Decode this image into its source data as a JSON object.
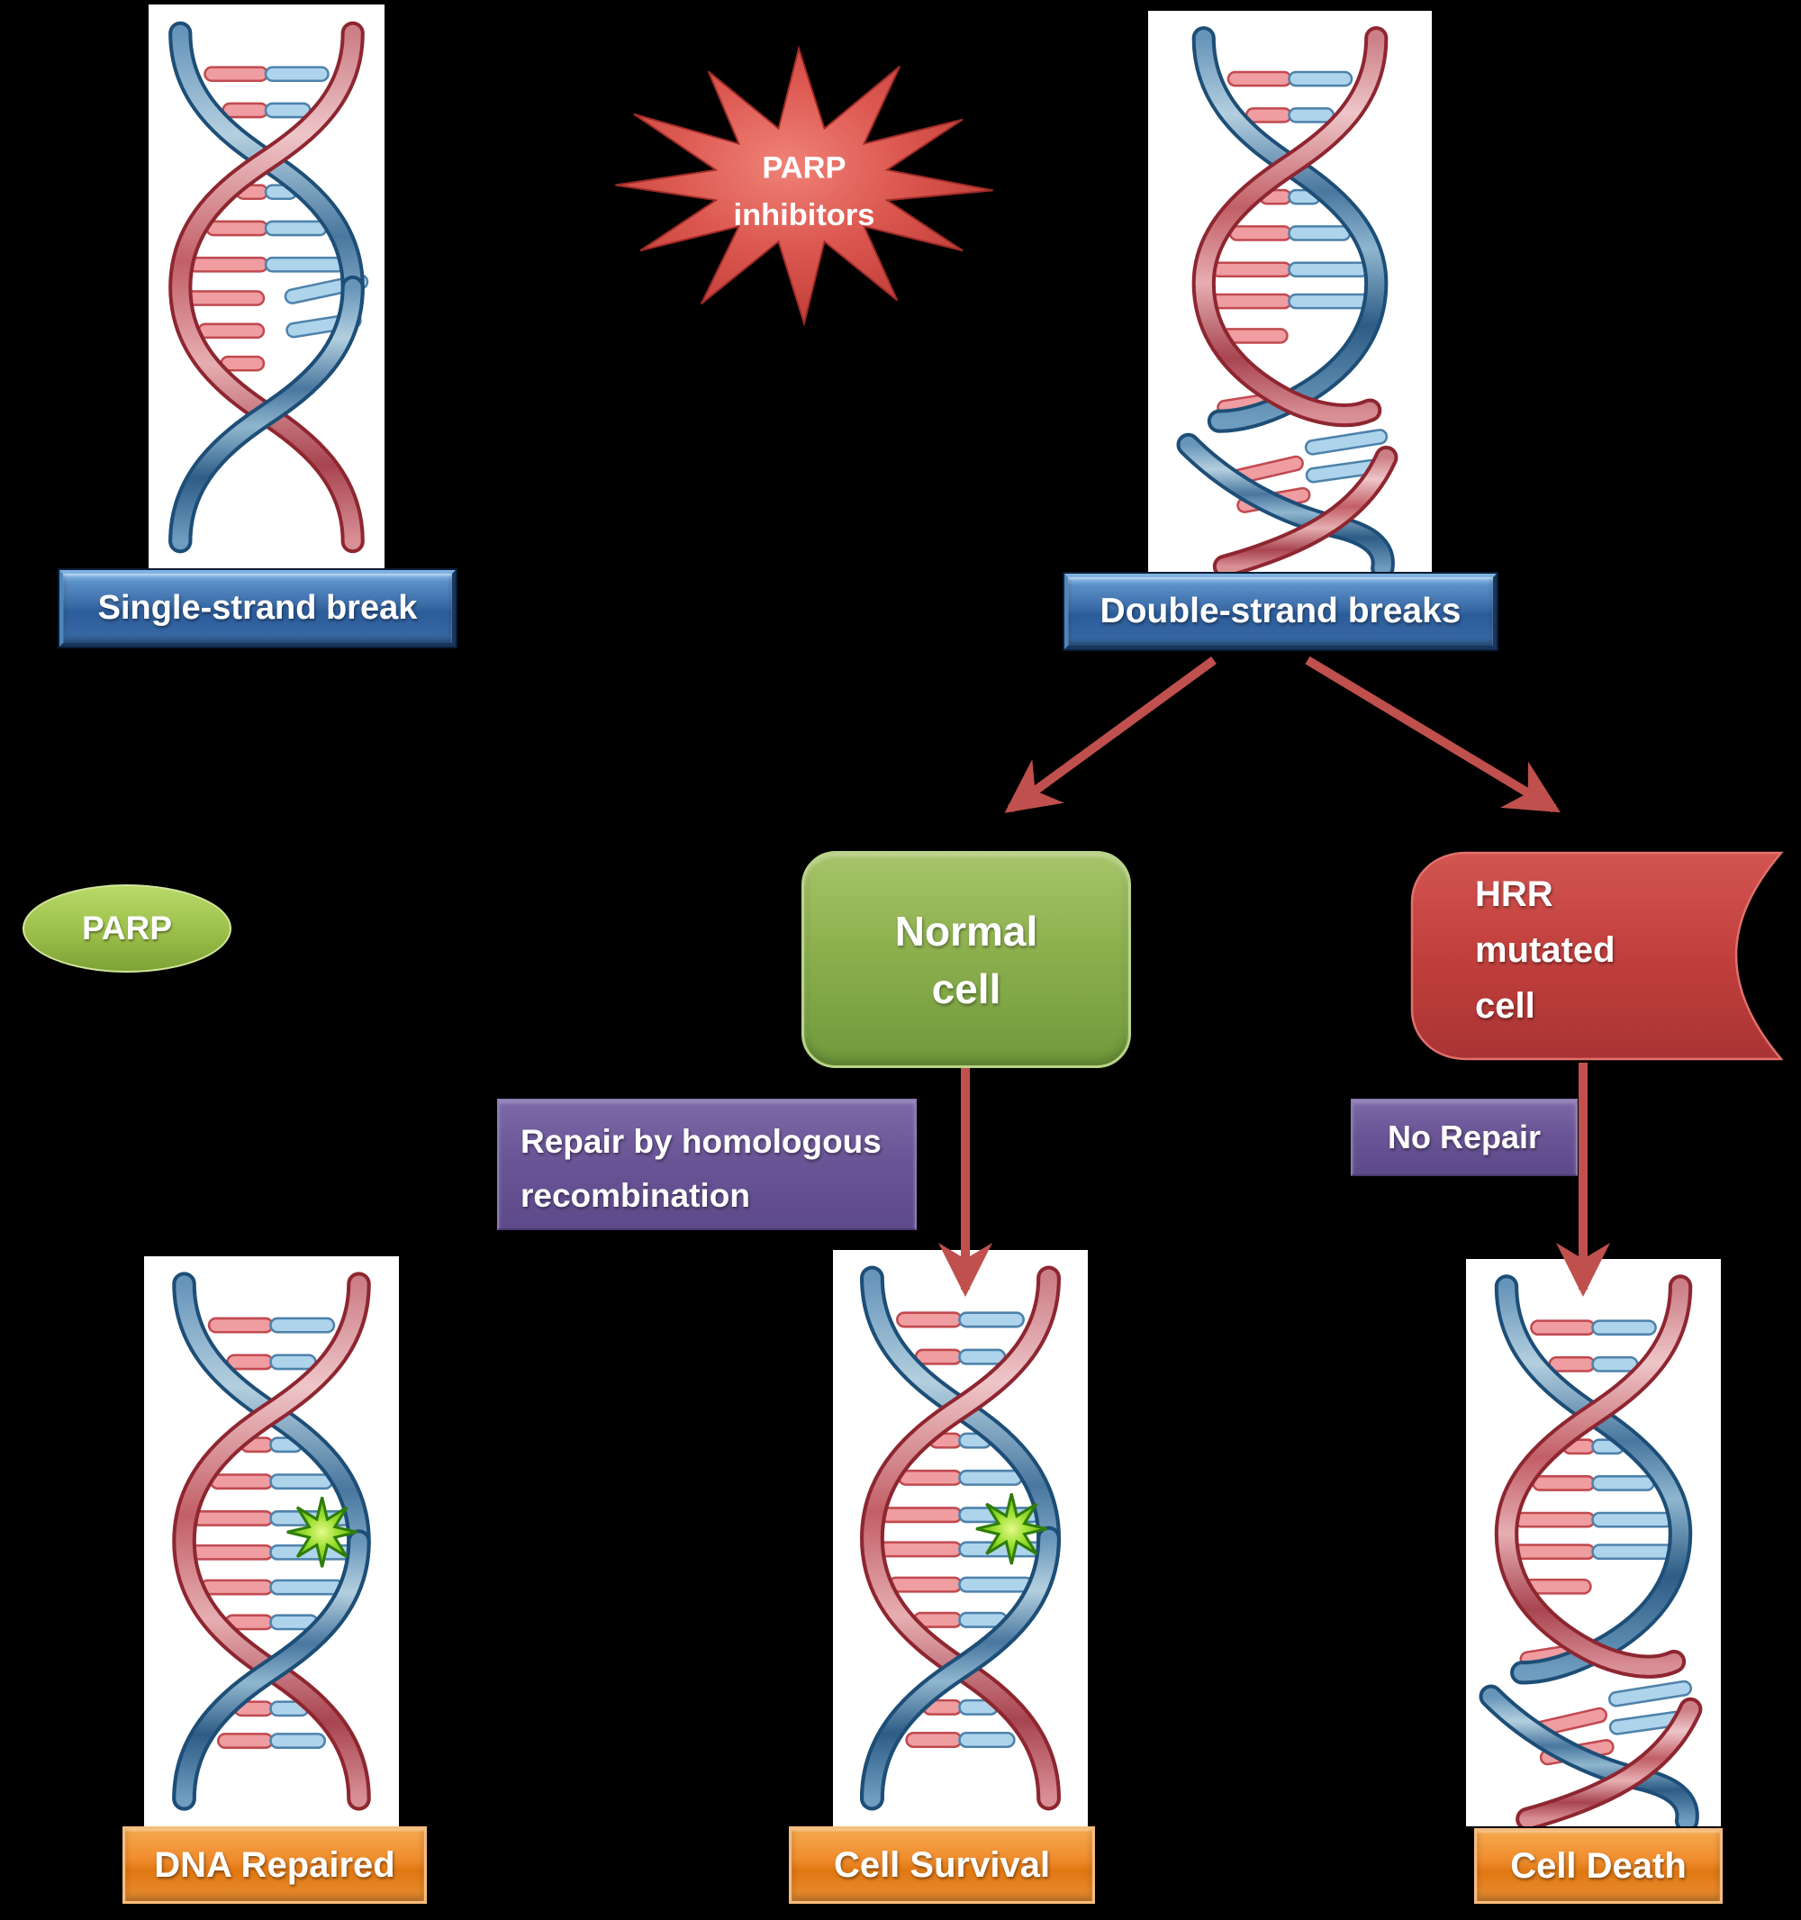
{
  "figure": {
    "type": "pathway-diagram",
    "background_color": "#000000",
    "arrow_color": "#c0504d"
  },
  "nodes": {
    "parp_inhibitors": {
      "line1": "PARP",
      "line2": "inhibitors",
      "shape": "starburst",
      "color": "#cf4540"
    },
    "single_strand_break": {
      "label": "Single-strand break",
      "shape": "beveled-rectangle",
      "color": "#3a6ca8"
    },
    "double_strand_breaks": {
      "label": "Double-strand breaks",
      "shape": "beveled-rectangle",
      "color": "#3a6ca8"
    },
    "parp": {
      "label": "PARP",
      "shape": "ellipse",
      "color": "#97bb48"
    },
    "normal_cell": {
      "line1": "Normal",
      "line2": "cell",
      "shape": "rounded-rectangle",
      "color": "#85ab43"
    },
    "hrr_mutated_cell": {
      "line1": "HRR",
      "line2": "mutated",
      "line3": "cell",
      "shape": "concave-right-rectangle",
      "color": "#bf403d"
    },
    "repair_homologous_recombination": {
      "line1": "Repair by homologous",
      "line2": "recombination",
      "shape": "rectangle",
      "color": "#64508f"
    },
    "no_repair": {
      "label": "No Repair",
      "shape": "rectangle",
      "color": "#64508f"
    },
    "dna_repaired": {
      "label": "DNA Repaired",
      "shape": "rectangle",
      "color": "#e8861f"
    },
    "cell_survival": {
      "label": "Cell Survival",
      "shape": "rectangle",
      "color": "#e8861f"
    },
    "cell_death": {
      "label": "Cell Death",
      "shape": "rectangle",
      "color": "#e8861f"
    }
  },
  "illustrations": {
    "dna_single_strand_break": "DNA double helix with a single-strand nick",
    "dna_double_strand_breaks": "DNA double helix fully severed into two fragments",
    "dna_repaired": "Intact DNA double helix with green repair-site flash",
    "dna_cell_survival": "Intact DNA double helix with green repair-site flash",
    "dna_cell_death": "DNA double helix fully severed into two fragments"
  },
  "edges": [
    {
      "from": "double_strand_breaks",
      "to": "normal_cell"
    },
    {
      "from": "double_strand_breaks",
      "to": "hrr_mutated_cell"
    },
    {
      "from": "normal_cell",
      "to": "cell_survival"
    },
    {
      "from": "hrr_mutated_cell",
      "to": "cell_death"
    }
  ]
}
